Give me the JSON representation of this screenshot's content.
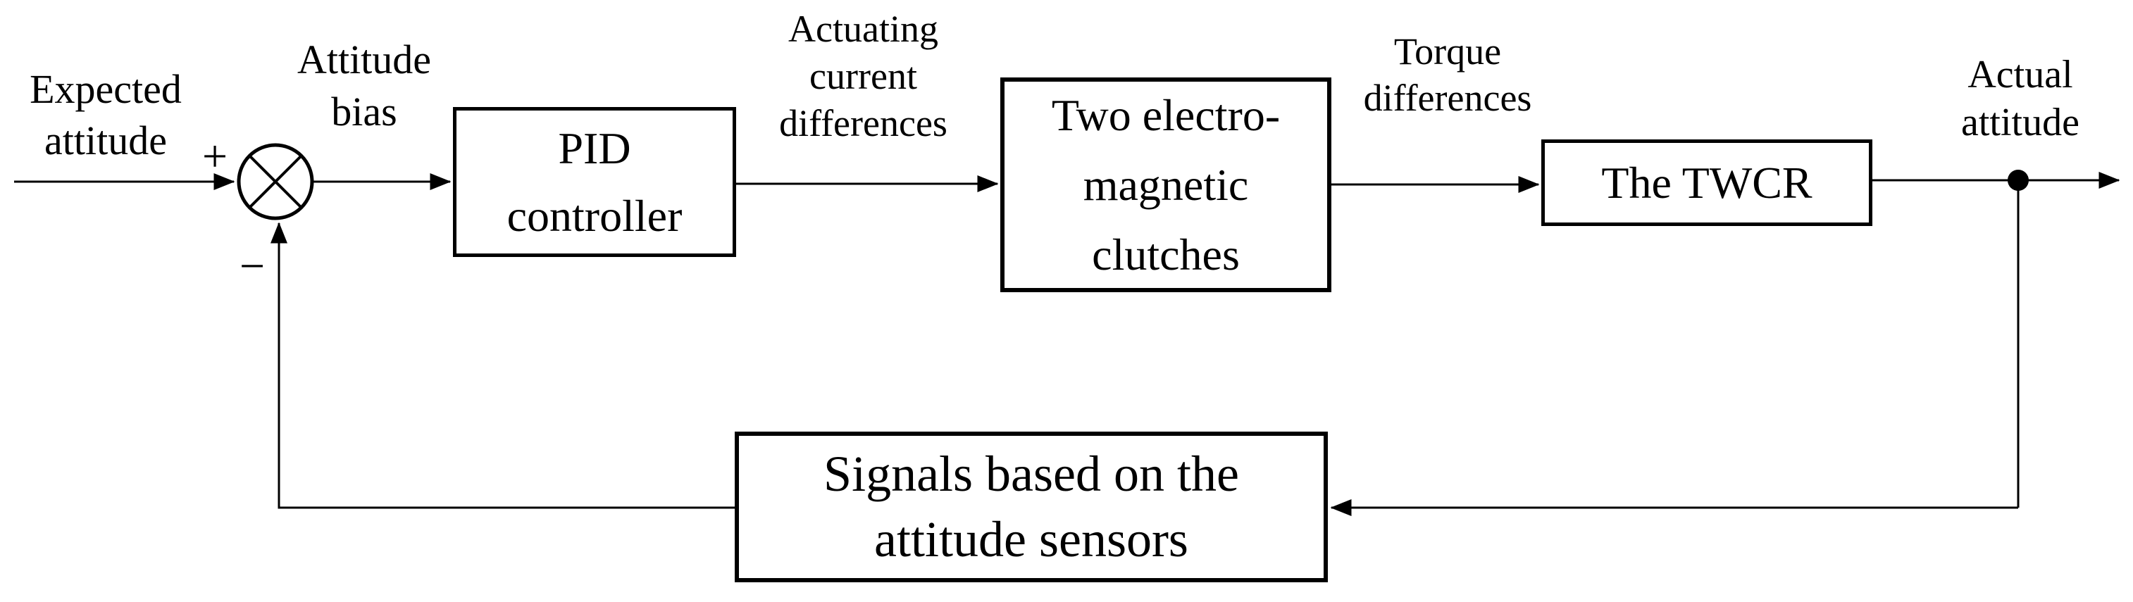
{
  "signals": {
    "expected_attitude": [
      "Expected",
      "attitude"
    ],
    "attitude_bias": [
      "Attitude",
      "bias"
    ],
    "actuating_current_differences": [
      "Actuating",
      "current",
      "differences"
    ],
    "torque_differences": [
      "Torque",
      "differences"
    ],
    "actual_attitude": [
      "Actual",
      "attitude"
    ]
  },
  "junction": {
    "plus_sign": "+",
    "minus_sign": "−"
  },
  "blocks": {
    "pid_controller": [
      "PID",
      "controller"
    ],
    "electromagnetic_clutches": [
      "Two electro-",
      "magnetic",
      "clutches"
    ],
    "twcr": [
      "The TWCR"
    ],
    "attitude_sensors": [
      "Signals based on the",
      "attitude sensors"
    ]
  },
  "colors": {
    "stroke": "#000000",
    "background": "#ffffff"
  }
}
